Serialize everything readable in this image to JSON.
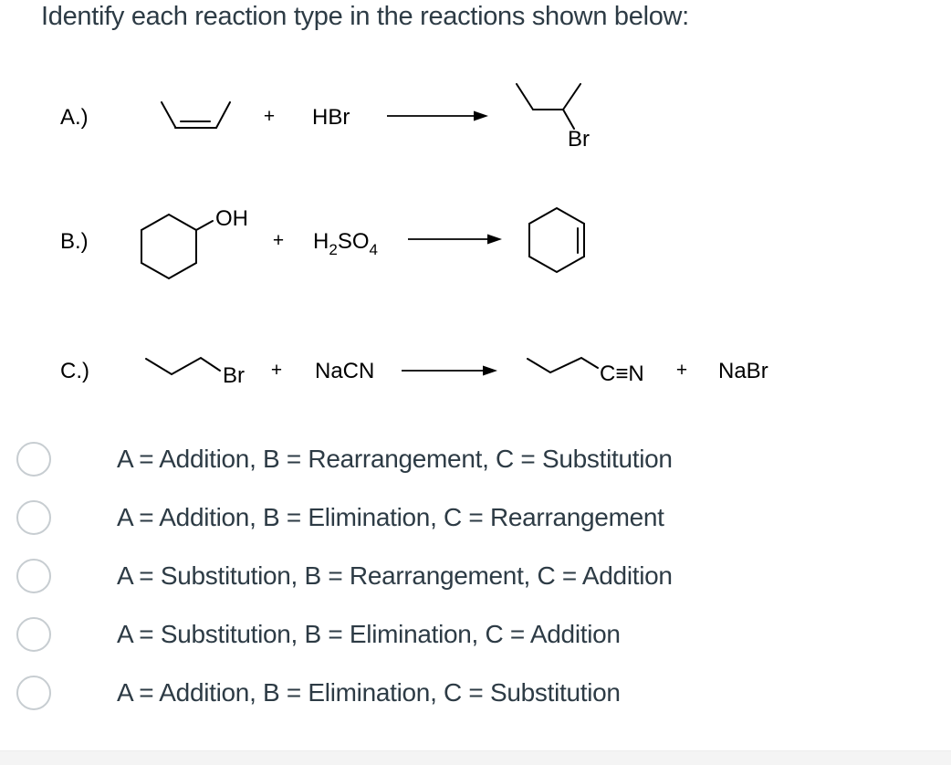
{
  "question": {
    "title": "Identify each reaction type in the reactions shown below:"
  },
  "colors": {
    "heading_text": "#2d3b45",
    "option_text": "#2d3b45",
    "structure_stroke": "#000000",
    "radio_border": "#c7cdd1",
    "footer_strip": "#f4f4f4"
  },
  "reactions": {
    "a": {
      "label": "A.)",
      "reactant_structure": "cis-2-butene-skeletal",
      "plus": "+",
      "reagent": "HBr",
      "arrow": "right-arrow",
      "product_structure": "2-bromobutane-skeletal",
      "product_substituent": "Br"
    },
    "b": {
      "label": "B.)",
      "reactant_structure": "cyclohexanol-skeletal",
      "reactant_substituent": "OH",
      "plus": "+",
      "reagent_parts": {
        "h": "H",
        "sub2": "2",
        "so": "SO",
        "sub4": "4"
      },
      "arrow": "right-arrow",
      "product_structure": "cyclohexene-skeletal"
    },
    "c": {
      "label": "C.)",
      "reactant_structure": "1-bromopropane-skeletal",
      "reactant_substituent": "Br",
      "plus": "+",
      "reagent": "NaCN",
      "arrow": "right-arrow",
      "product_structure": "butanenitrile-skeletal",
      "product_group": "C≡N",
      "plus2": "+",
      "byproduct": "NaBr"
    }
  },
  "options": [
    {
      "text": "A = Addition, B = Rearrangement, C = Substitution",
      "selected": false
    },
    {
      "text": "A = Addition, B = Elimination, C = Rearrangement",
      "selected": false
    },
    {
      "text": "A = Substitution, B = Rearrangement, C = Addition",
      "selected": false
    },
    {
      "text": "A = Substitution, B = Elimination, C = Addition",
      "selected": false
    },
    {
      "text": "A = Addition, B = Elimination, C = Substitution",
      "selected": false
    }
  ]
}
